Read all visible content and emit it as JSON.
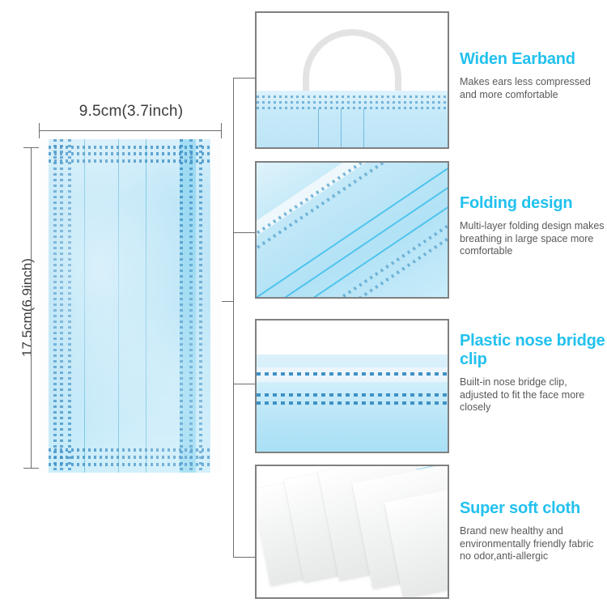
{
  "product": {
    "dimensions": {
      "width_label": "9.5cm(3.7inch)",
      "height_label": "17.5cm(6.9inch)"
    },
    "main_image_alt": "disposable-face-mask"
  },
  "features": [
    {
      "id": "widen-earband",
      "title": "Widen Earband",
      "description": "Makes ears less compressed and more comfortable",
      "image_alt": "mask-with-earband-loop",
      "title_wraps": false
    },
    {
      "id": "folding-design",
      "title": "Folding design",
      "description": "Multi-layer folding design makes breathing in large space more comfortable",
      "image_alt": "diagonal-pleat-folds-closeup",
      "title_wraps": false
    },
    {
      "id": "plastic-nose-bridge-clip",
      "title": "Plastic nose bridge clip",
      "description": "Built-in nose bridge clip, adjusted to fit the face more closely",
      "image_alt": "nose-bridge-stitching-closeup",
      "title_wraps": true
    },
    {
      "id": "super-soft-cloth",
      "title": "Super soft cloth",
      "description": "Brand new healthy and environmentally friendly fabric no odor,anti-allergic",
      "image_alt": "layered-soft-fabric-closeup",
      "title_wraps": false
    }
  ],
  "colors": {
    "heading_cyan": "#22c1ee",
    "body_gray": "#58595b",
    "panel_border": "#808080",
    "mask_blue": "#b4e2f6",
    "connector_gray": "#6d6d6d"
  }
}
